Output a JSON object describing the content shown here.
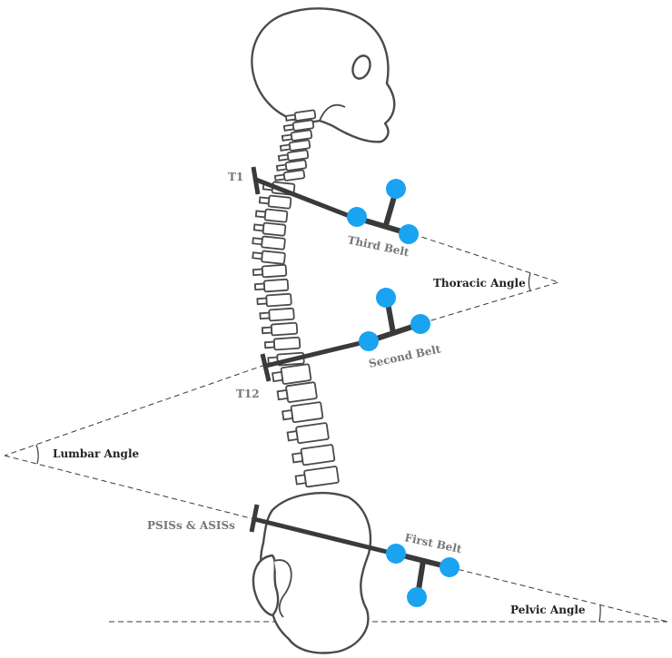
{
  "labels": {
    "t1": "T1",
    "t12": "T12",
    "third_belt": "Third Belt",
    "second_belt": "Second  Belt",
    "first_belt": "First Belt",
    "psis_asis": "PSISs & ASISs",
    "thoracic_angle": "Thoracic Angle",
    "lumbar_angle": "Lumbar Angle",
    "pelvic_angle": "Pelvic Angle"
  },
  "colors": {
    "marker": "#1aa3f0",
    "belt": "#3a3a3a",
    "bone_stroke": "#4a4a4a"
  }
}
